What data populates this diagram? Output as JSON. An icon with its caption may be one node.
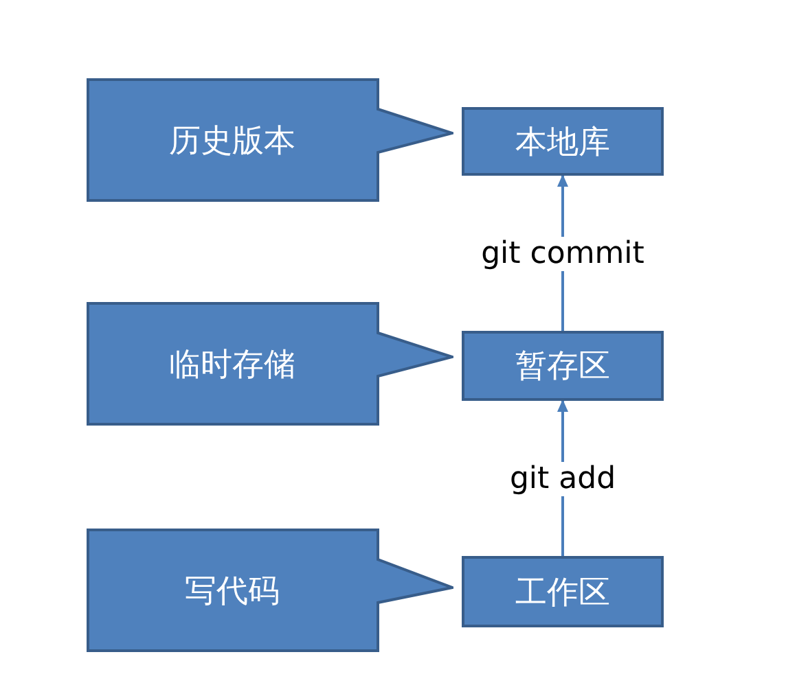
{
  "diagram": {
    "nodes": [
      {
        "text": [
          "本地库"
        ]
      },
      {
        "text": [
          "暂存区"
        ]
      },
      {
        "text": [
          "工作区"
        ]
      },
      {
        "text": [
          "历史版本"
        ]
      },
      {
        "text": [
          "临时存储"
        ]
      },
      {
        "text": [
          "写代码"
        ]
      }
    ],
    "edges": [
      {
        "from": 2,
        "to": 1,
        "arrow": "to",
        "label": "git add"
      },
      {
        "from": 1,
        "to": 0,
        "arrow": "to",
        "label": "git commit"
      }
    ]
  }
}
